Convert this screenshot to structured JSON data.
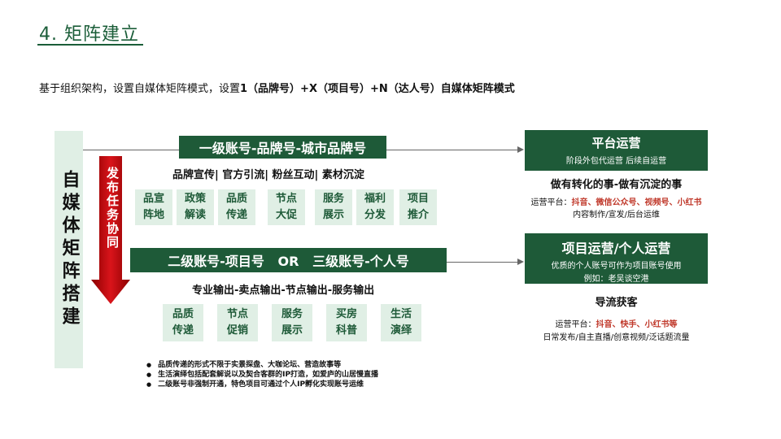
{
  "title": "4. 矩阵建立",
  "subtitle": {
    "prefix": "基于组织架构，设置自媒体矩阵模式，设置",
    "bold": "1（品牌号）+X（项目号）+N（达人号）自媒体矩阵模式"
  },
  "vertical_label": "自媒体矩阵搭建",
  "arrow_label": "发布任务协同",
  "level1": {
    "bar": "一级账号-品牌号-城市品牌号",
    "tags": "品牌宣传| 官方引流| 粉丝互动| 素材沉淀",
    "boxes": [
      "品宣\n阵地",
      "政策\n解读",
      "品质\n传递",
      "节点\n大促",
      "服务\n展示",
      "福利\n分发",
      "项目\n推介"
    ]
  },
  "level2": {
    "bar": "二级账号-项目号   OR   三级账号-个人号",
    "tags": "专业输出-卖点输出-节点输出-服务输出",
    "boxes": [
      "品质\n传递",
      "节点\n促销",
      "服务\n展示",
      "买房\n科普",
      "生活\n演绎"
    ]
  },
  "notes": [
    "品质传递的形式不限于实景探盘、大咖论坛、营造故事等",
    "生活演绎包括配套解说以及契合客群的IP打造，如爱庐的山居慢直播",
    "二级账号非强制开通，特色项目可通过个人IP孵化实现账号运维"
  ],
  "right1": {
    "title": "平台运营",
    "sub": "阶段外包代运营 后续自运营",
    "headline": "做有转化的事-做有沉淀的事",
    "platform_prefix": "运营平台：",
    "platforms": "抖音、微信公众号、视频号、小红书",
    "detail": "内容制作/宣发/后台运维"
  },
  "right2": {
    "title": "项目运营/个人运营",
    "sub1": "优质的个人账号可作为项目账号使用",
    "sub2": "例如：老吴谈空港",
    "headline": "导流获客",
    "platform_prefix": "运营平台：",
    "platforms": "抖音、快手、小红书等",
    "detail": "日常发布/自主直播/创意视频/泛话题流量"
  },
  "colors": {
    "green": "#1e5a38",
    "light_green": "#e0efe5",
    "red": "#c0392b"
  }
}
